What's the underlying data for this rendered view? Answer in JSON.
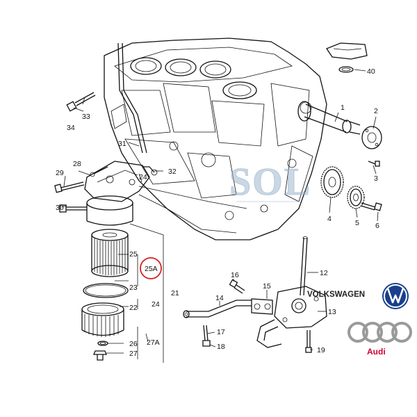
{
  "callouts": {
    "c1": "1",
    "c2": "2",
    "c3": "3",
    "c4": "4",
    "c5": "5",
    "c6": "6",
    "c12": "12",
    "c13": "13",
    "c14": "14",
    "c15": "15",
    "c16": "16",
    "c17": "17",
    "c18": "18",
    "c19": "19",
    "c21": "21",
    "c22": "22",
    "c23": "23",
    "c24a": "24",
    "c24b": "24",
    "c25": "25",
    "c25a": "25A",
    "c26": "26",
    "c27": "27",
    "c27a": "27A",
    "c28": "28",
    "c29": "29",
    "c30": "30",
    "c31": "31",
    "c32": "32",
    "c33": "33",
    "c34": "34",
    "c40": "40"
  },
  "watermark": {
    "text": "SOL"
  },
  "brands": {
    "volkswagen": "VOLKSWAGEN",
    "audi": "Audi"
  },
  "colors": {
    "highlight": "#d42020",
    "audi_red": "#cc0033",
    "vw_blue": "#1a3f8c",
    "watermark": "#9fb7cf"
  }
}
